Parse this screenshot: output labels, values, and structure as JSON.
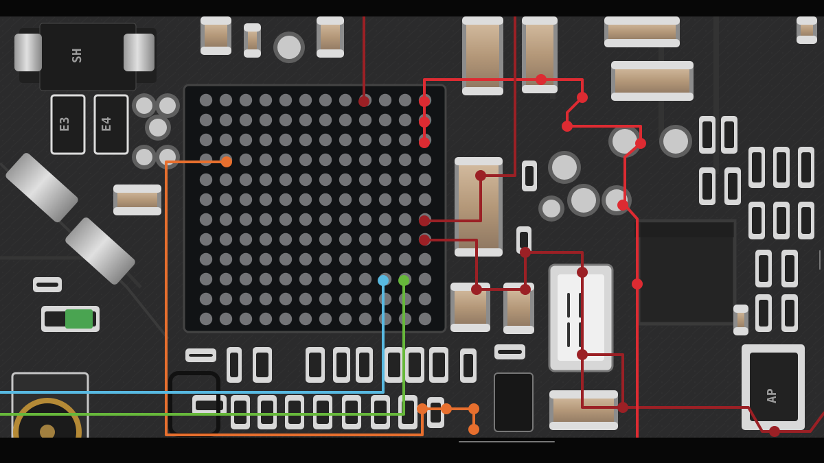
{
  "diagram": {
    "component_markings": [
      "SH",
      "E3",
      "E4",
      "AP"
    ]
  },
  "colors": {
    "board": "#2b2b2c",
    "chip": "#121416",
    "pad": "#7c7d80",
    "trace_red": "#dd2b32",
    "trace_dark_red": "#9b2025",
    "trace_orange": "#e76f2e",
    "trace_blue": "#58b9e1",
    "trace_green": "#67b83b"
  },
  "icons": [
    "bga-ball-grid",
    "smd-capacitor",
    "smd-resistor",
    "inductor"
  ]
}
